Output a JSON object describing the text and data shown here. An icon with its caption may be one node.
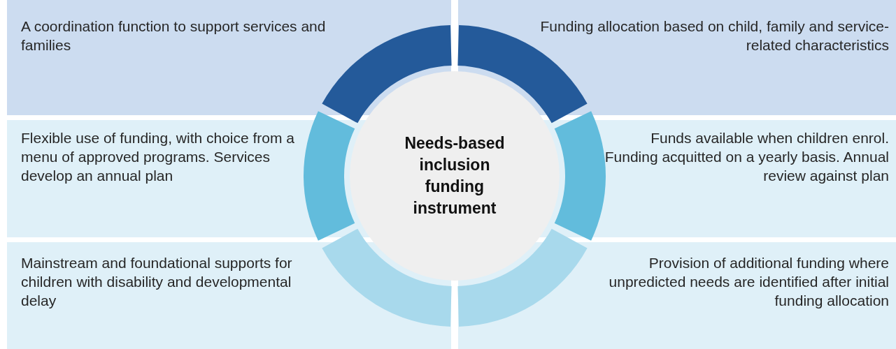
{
  "diagram": {
    "nodes": [
      {
        "text": [
          "A coordination function to support services and families"
        ]
      },
      {
        "text": [
          "Funding allocation based on child, family and service-related characteristics"
        ]
      },
      {
        "text": [
          "Needs-based inclusion funding instrument"
        ]
      },
      {
        "text": [
          "Flexible use of funding, with choice from a menu of approved programs. Services develop an annual plan"
        ]
      },
      {
        "text": [
          "Funds available when children enrol. Funding acquitted on a yearly basis. Annual review against plan"
        ]
      },
      {
        "text": [
          "Mainstream and foundational supports for children with disability and developmental delay"
        ]
      },
      {
        "text": [
          "Provision of additional funding where unpredicted needs are identified after initial funding allocation"
        ]
      }
    ]
  }
}
